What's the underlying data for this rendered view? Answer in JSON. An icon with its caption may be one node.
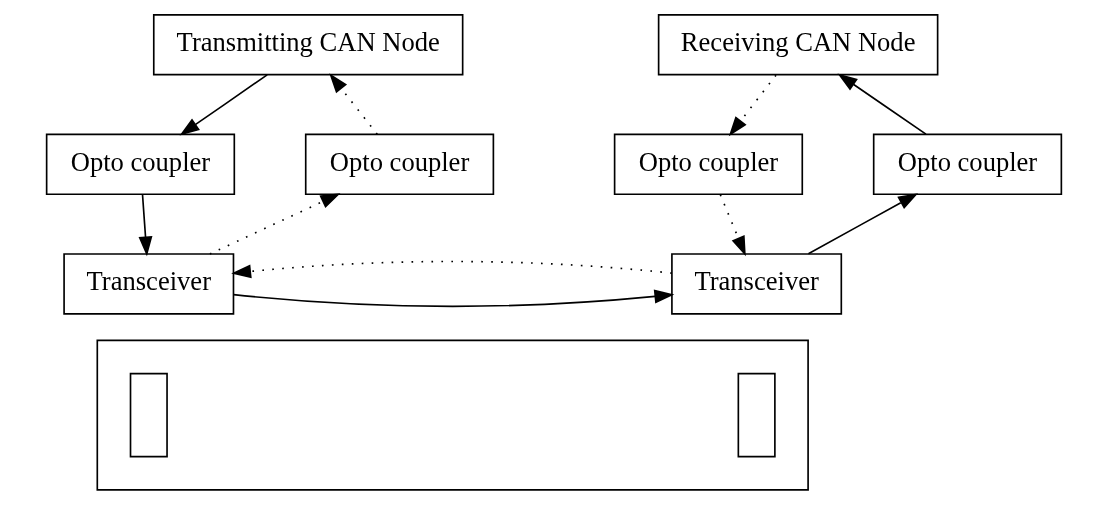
{
  "diagram": {
    "nodes": [
      {
        "text": [
          "Transmitting CAN Node"
        ]
      },
      {
        "text": [
          "Opto coupler"
        ]
      },
      {
        "text": [
          "Opto coupler"
        ]
      },
      {
        "text": [
          "Transceiver"
        ]
      },
      {
        "text": [
          "Receiving CAN Node"
        ]
      },
      {
        "text": [
          "Opto coupler"
        ]
      },
      {
        "text": [
          "Opto coupler"
        ]
      },
      {
        "text": [
          "Transceiver"
        ]
      },
      {
        "text": [],
        "shape": "box"
      },
      {
        "text": [],
        "shape": "box",
        "in": 8
      },
      {
        "text": [],
        "shape": "box",
        "in": 8
      }
    ],
    "edges": [
      {
        "from": 0,
        "to": 1,
        "arrow": "to"
      },
      {
        "from": 2,
        "to": 0,
        "arrow": "to",
        "style": "dashed"
      },
      {
        "from": 1,
        "to": 3,
        "arrow": "to"
      },
      {
        "from": 3,
        "to": 2,
        "arrow": "to",
        "style": "dashed"
      },
      {
        "from": 4,
        "to": 5,
        "arrow": "to",
        "style": "dashed"
      },
      {
        "from": 6,
        "to": 4,
        "arrow": "to"
      },
      {
        "from": 5,
        "to": 7,
        "arrow": "to",
        "style": "dashed"
      },
      {
        "from": 7,
        "to": 6,
        "arrow": "to"
      },
      {
        "from": 3,
        "to": 7,
        "arrow": "to"
      },
      {
        "from": 7,
        "to": 3,
        "arrow": "to",
        "style": "dashed"
      }
    ]
  }
}
